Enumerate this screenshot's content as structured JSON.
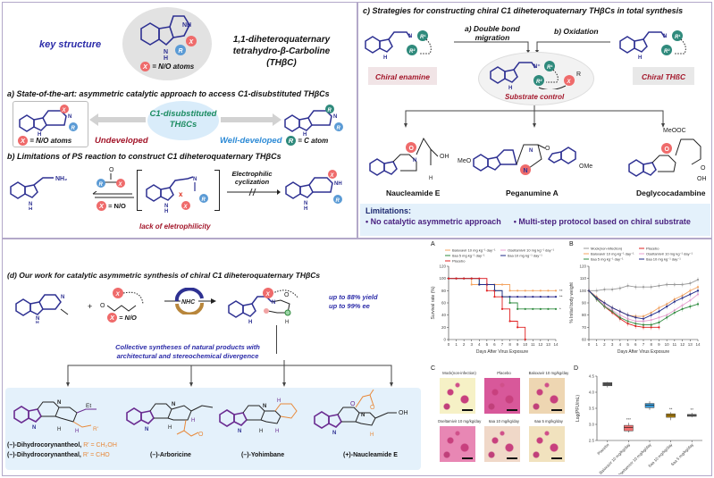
{
  "key_structure": {
    "label": "key structure",
    "name_line1": "1,1-diheteroquaternary",
    "name_line2": "tetrahydro-β-Carboline",
    "name_line3": "(THβC)",
    "x_legend": "= N/O atoms",
    "atoms": {
      "nh": "NH",
      "n_h": "N\nH",
      "x": "X",
      "r": "R"
    }
  },
  "section_a": {
    "title": "a) State-of-the-art: asymmetric catalytic approach to access C1-disubstituted THβCs",
    "center_label_line1": "C1-disubstituted",
    "center_label_line2": "THßCs",
    "left_status": "Undeveloped",
    "right_status": "Well-developed",
    "left_legend": "= N/O atoms",
    "right_legend": "= C atom"
  },
  "section_b": {
    "title": "b) Limitations of PS reaction to construct C1 diheteroquaternary THβCs",
    "amine_label": "NH₂",
    "x_legend": "= N/O",
    "arrow_label_line1": "Electrophilic",
    "arrow_label_line2": "cyclization",
    "note": "lack of eletrophilicity"
  },
  "section_c": {
    "title": "c) Strategies for constructing chiral C1 diheteroquaternary THβCs in total synthesis",
    "route_a_line1": "a) Double bond",
    "route_a_line2": "migration",
    "route_b": "b) Oxidation",
    "left_tag": "Chiral enamine",
    "right_tag": "Chiral THßC",
    "center_label": "Substrate control",
    "products": [
      "Naucleamide E",
      "Peganumine A",
      "Deglycocadambine"
    ],
    "substituents": {
      "ome": "OMe",
      "meo": "MeO",
      "meooc": "MeOOC",
      "oh": "OH",
      "h": "H"
    },
    "limitations_title": "Limitations:",
    "limitations": [
      "• No catalytic asymmetric approach",
      "• Multi-step protocol based on chiral substrate"
    ]
  },
  "section_d": {
    "title": "(d) Our work for catalytic asymmetric synthesis of chiral C1 diheteroquaternary THβCs",
    "catalyst": "NHC",
    "x_legend": "= N/O",
    "yield": "up to 88% yield",
    "ee": "up to 99% ee",
    "collective_line1": "Collective syntheses of natural products with",
    "collective_line2": "architectural and stereochemical divergence",
    "products": [
      {
        "name": "(–)-Dihydrocorynantheol,",
        "suffix": "R' = CH₂OH"
      },
      {
        "name": "(–)-Dihydrocorynantheal,",
        "suffix": "R' = CHO"
      },
      {
        "name": "(–)-Arboricine",
        "suffix": ""
      },
      {
        "name": "(–)-Yohimbane",
        "suffix": ""
      },
      {
        "name": "(+)-Naucleamide E",
        "suffix": ""
      }
    ],
    "atom_labels": {
      "et": "Et",
      "r_prime": "R'",
      "oh": "OH",
      "n": "N",
      "h": "H"
    }
  },
  "colors": {
    "indole_blue": "#2e3192",
    "purple": "#6a2c91",
    "orange": "#e8893a",
    "red_text": "#a3162a",
    "blue_text": "#2e8bd6",
    "green_text": "#1c8c62",
    "highlight_blue": "#e4f1fb",
    "panel_border": "#b3a8c9"
  },
  "chart_data": [
    {
      "type": "line",
      "panel_label": "A",
      "title": "",
      "xlabel": "Days After Virus Exposure",
      "ylabel": "Survival rate (%)",
      "xlim": [
        0,
        14
      ],
      "ylim": [
        0,
        120
      ],
      "x_ticks": [
        0,
        1,
        2,
        3,
        4,
        5,
        6,
        7,
        8,
        9,
        10,
        11,
        12,
        13,
        14
      ],
      "y_ticks": [
        0,
        20,
        40,
        60,
        80,
        100,
        120
      ],
      "legend": [
        "Baloxavir  10 mg kg⁻¹ day⁻¹",
        "Oseltamivir  10 mg kg⁻¹ day⁻¹",
        "6aa  5 mg kg⁻¹ day⁻¹",
        "6aa  10 mg kg⁻¹ day⁻¹",
        "Placebo"
      ],
      "series": [
        {
          "name": "Baloxavir 10 mg kg⁻¹ day⁻¹",
          "color": "#f4a460",
          "x": [
            0,
            1,
            2,
            3,
            4,
            5,
            6,
            7,
            8,
            9,
            10,
            11,
            12,
            13,
            14
          ],
          "values": [
            100,
            100,
            100,
            90,
            90,
            90,
            90,
            90,
            80,
            80,
            80,
            80,
            80,
            80,
            80
          ],
          "annotation": "**"
        },
        {
          "name": "Oseltamivir 10 mg kg⁻¹ day⁻¹",
          "color": "#e8a0d0",
          "x": [
            0,
            1,
            2,
            3,
            4,
            5,
            6,
            7,
            8,
            9,
            10,
            11,
            12,
            13,
            14
          ],
          "values": [
            100,
            100,
            100,
            100,
            100,
            90,
            80,
            70,
            70,
            70,
            70,
            70,
            70,
            70,
            70
          ],
          "annotation": ""
        },
        {
          "name": "6aa 5 mg kg⁻¹ day⁻¹",
          "color": "#2e8b3e",
          "x": [
            0,
            1,
            2,
            3,
            4,
            5,
            6,
            7,
            8,
            9,
            10,
            11,
            12,
            13,
            14
          ],
          "values": [
            100,
            100,
            100,
            100,
            90,
            90,
            80,
            70,
            60,
            50,
            50,
            50,
            50,
            50,
            50
          ],
          "annotation": "*"
        },
        {
          "name": "6aa 10 mg kg⁻¹ day⁻¹",
          "color": "#1f2a8a",
          "x": [
            0,
            1,
            2,
            3,
            4,
            5,
            6,
            7,
            8,
            9,
            10,
            11,
            12,
            13,
            14
          ],
          "values": [
            100,
            100,
            100,
            100,
            90,
            90,
            80,
            70,
            70,
            70,
            70,
            70,
            70,
            70,
            70
          ],
          "annotation": "**"
        },
        {
          "name": "Placebo",
          "color": "#e02020",
          "x": [
            0,
            1,
            2,
            3,
            4,
            5,
            6,
            7,
            8,
            9,
            10
          ],
          "values": [
            100,
            100,
            100,
            100,
            100,
            80,
            70,
            50,
            30,
            20,
            0
          ],
          "annotation": ""
        }
      ]
    },
    {
      "type": "line",
      "panel_label": "B",
      "title": "",
      "xlabel": "Days After Virus Exposure",
      "ylabel": "% Initial body weight",
      "xlim": [
        0,
        14
      ],
      "ylim": [
        60,
        120
      ],
      "x_ticks": [
        0,
        1,
        2,
        3,
        4,
        5,
        6,
        7,
        8,
        9,
        10,
        11,
        12,
        13,
        14
      ],
      "y_ticks": [
        60,
        70,
        80,
        90,
        100,
        110,
        120
      ],
      "legend": [
        "Mock(non-infection)",
        "Placebo",
        "Baloxavir  10 mg kg⁻¹ day⁻¹",
        "Oseltamivir  10 mg kg⁻¹ day⁻¹",
        "6aa  5 mg kg⁻¹ day⁻¹",
        "6aa  10 mg kg⁻¹ day⁻¹"
      ],
      "series": [
        {
          "name": "Mock(non-infection)",
          "color": "#9a9a9a",
          "x": [
            0,
            1,
            2,
            3,
            4,
            5,
            6,
            7,
            8,
            9,
            10,
            11,
            12,
            13,
            14
          ],
          "values": [
            100,
            100,
            101,
            101,
            102,
            104,
            103,
            103,
            103,
            104,
            105,
            105,
            105,
            106,
            109
          ]
        },
        {
          "name": "Placebo",
          "color": "#e02020",
          "x": [
            0,
            1,
            2,
            3,
            4,
            5,
            6,
            7,
            8,
            9
          ],
          "values": [
            100,
            93,
            87,
            82,
            77,
            73,
            71,
            70,
            70,
            70
          ]
        },
        {
          "name": "Baloxavir 10 mg kg⁻¹ day⁻¹",
          "color": "#f4a460",
          "x": [
            0,
            1,
            2,
            3,
            4,
            5,
            6,
            7,
            8,
            9,
            10,
            11,
            12,
            13,
            14
          ],
          "values": [
            100,
            95,
            90,
            86,
            83,
            80,
            79,
            79,
            82,
            86,
            89,
            93,
            96,
            100,
            103
          ]
        },
        {
          "name": "Oseltamivir 10 mg kg⁻¹ day⁻¹",
          "color": "#e8a0d0",
          "x": [
            0,
            1,
            2,
            3,
            4,
            5,
            6,
            7,
            8,
            9,
            10,
            11,
            12,
            13,
            14
          ],
          "values": [
            100,
            94,
            88,
            84,
            80,
            77,
            75,
            75,
            76,
            78,
            80,
            84,
            88,
            92,
            97
          ]
        },
        {
          "name": "6aa 5 mg kg⁻¹ day⁻¹",
          "color": "#2e8b3e",
          "x": [
            0,
            1,
            2,
            3,
            4,
            5,
            6,
            7,
            8,
            9,
            10,
            11,
            12,
            13,
            14
          ],
          "values": [
            100,
            93,
            87,
            83,
            78,
            75,
            73,
            72,
            72,
            74,
            78,
            82,
            85,
            87,
            89
          ]
        },
        {
          "name": "6aa 10 mg kg⁻¹ day⁻¹",
          "color": "#1f2a8a",
          "x": [
            0,
            1,
            2,
            3,
            4,
            5,
            6,
            7,
            8,
            9,
            10,
            11,
            12,
            13,
            14
          ],
          "values": [
            100,
            94,
            90,
            86,
            83,
            80,
            78,
            77,
            80,
            83,
            87,
            91,
            94,
            97,
            100
          ]
        }
      ]
    },
    {
      "type": "image-grid",
      "panel_label": "C",
      "title": "",
      "images": [
        "Mock(non-infection)",
        "Placebo",
        "Baloxavir  10 mg/kg/day",
        "Oseltamivir  10 mg/kg/day",
        "6aa  10 mg/kg/day",
        "6aa  5 mg/kg/day"
      ]
    },
    {
      "type": "box",
      "panel_label": "D",
      "title": "",
      "xlabel": "",
      "ylabel": "Log(PFU/mL)",
      "ylim": [
        2.5,
        4.5
      ],
      "y_ticks": [
        2.5,
        3.0,
        3.5,
        4.0,
        4.5
      ],
      "categories": [
        "Placebo",
        "Baloxavir 10 mg/kg/day",
        "Oseltamivir 10 mg/kg/day",
        "6aa 10 mg/kg/day",
        "6aa 5 mg/kg/day"
      ],
      "boxes": [
        {
          "name": "Placebo",
          "color": "#666666",
          "min": 4.15,
          "q1": 4.2,
          "median": 4.25,
          "q3": 4.3,
          "max": 4.32,
          "annotation": ""
        },
        {
          "name": "Baloxavir 10 mg/kg/day",
          "color": "#f07070",
          "min": 2.75,
          "q1": 2.8,
          "median": 2.9,
          "q3": 2.97,
          "max": 3.05,
          "annotation": "***"
        },
        {
          "name": "Oseltamivir 10 mg/kg/day",
          "color": "#3b9ad6",
          "min": 3.45,
          "q1": 3.52,
          "median": 3.6,
          "q3": 3.65,
          "max": 3.72,
          "annotation": ""
        },
        {
          "name": "6aa 10 mg/kg/day",
          "color": "#b8860b",
          "min": 3.13,
          "q1": 3.22,
          "median": 3.28,
          "q3": 3.33,
          "max": 3.38,
          "annotation": "**"
        },
        {
          "name": "6aa 5 mg/kg/day",
          "color": "#777777",
          "min": 3.22,
          "q1": 3.25,
          "median": 3.28,
          "q3": 3.31,
          "max": 3.36,
          "annotation": "**"
        }
      ]
    }
  ]
}
